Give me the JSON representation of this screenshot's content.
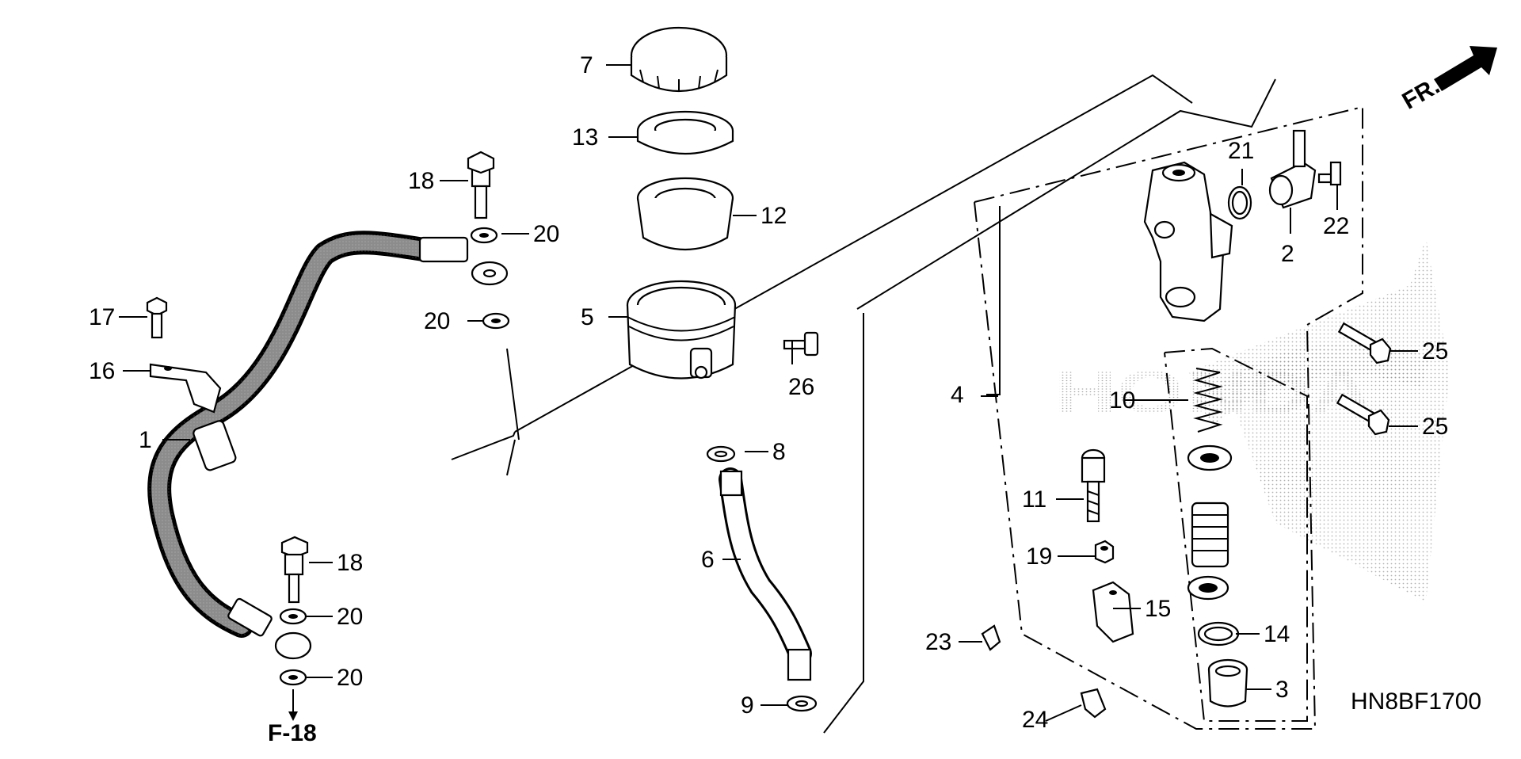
{
  "diagram": {
    "code": "HN8BF1700",
    "direction": "FR.",
    "ref": "F-18",
    "callouts": {
      "c1": "1",
      "c2": "2",
      "c3": "3",
      "c4": "4",
      "c5": "5",
      "c6": "6",
      "c7": "7",
      "c8": "8",
      "c9": "9",
      "c10": "10",
      "c11": "11",
      "c12": "12",
      "c13": "13",
      "c14": "14",
      "c15": "15",
      "c16": "16",
      "c17": "17",
      "c18a": "18",
      "c18b": "18",
      "c19": "19",
      "c20a": "20",
      "c20b": "20",
      "c20c": "20",
      "c20d": "20",
      "c21": "21",
      "c22": "22",
      "c23": "23",
      "c24": "24",
      "c25a": "25",
      "c25b": "25",
      "c26": "26"
    },
    "watermark": "HONDA"
  }
}
